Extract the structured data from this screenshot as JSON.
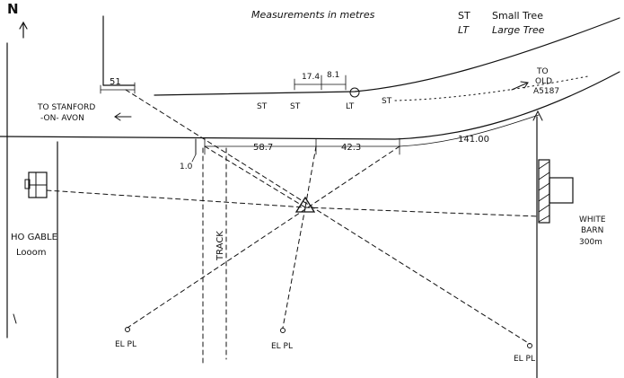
{
  "north": "N",
  "heading": "Measurements in metres",
  "legend": [
    {
      "code": "ST",
      "meaning": "Small Tree"
    },
    {
      "code": "LT",
      "meaning": "Large Tree"
    }
  ],
  "labels": {
    "to_stanford_line1": "TO STANFORD",
    "to_stanford_line2": "-ON- AVON",
    "to_old_line1": "TO",
    "to_old_line2": "OLD",
    "to_old_line3": "A5187",
    "track": "TRACK",
    "ho_gable_line1": "HO GABLE",
    "ho_gable_line2": "Looom",
    "white_barn_line1": "WHITE",
    "white_barn_line2": "BARN",
    "white_barn_line3": "300m",
    "el_pl_left": "EL PL",
    "el_pl_mid": "EL PL",
    "el_pl_right": "EL PL"
  },
  "tree_marks": {
    "st_1": "ST",
    "st_2": "ST",
    "lt": "LT",
    "st_3": "ST"
  },
  "measurements": {
    "m_51": "51",
    "m_174": "17.4",
    "m_81": "8.1",
    "m_10": "1.0",
    "m_587": "58.7",
    "m_423": "42.3",
    "m_14100": "141.00"
  }
}
